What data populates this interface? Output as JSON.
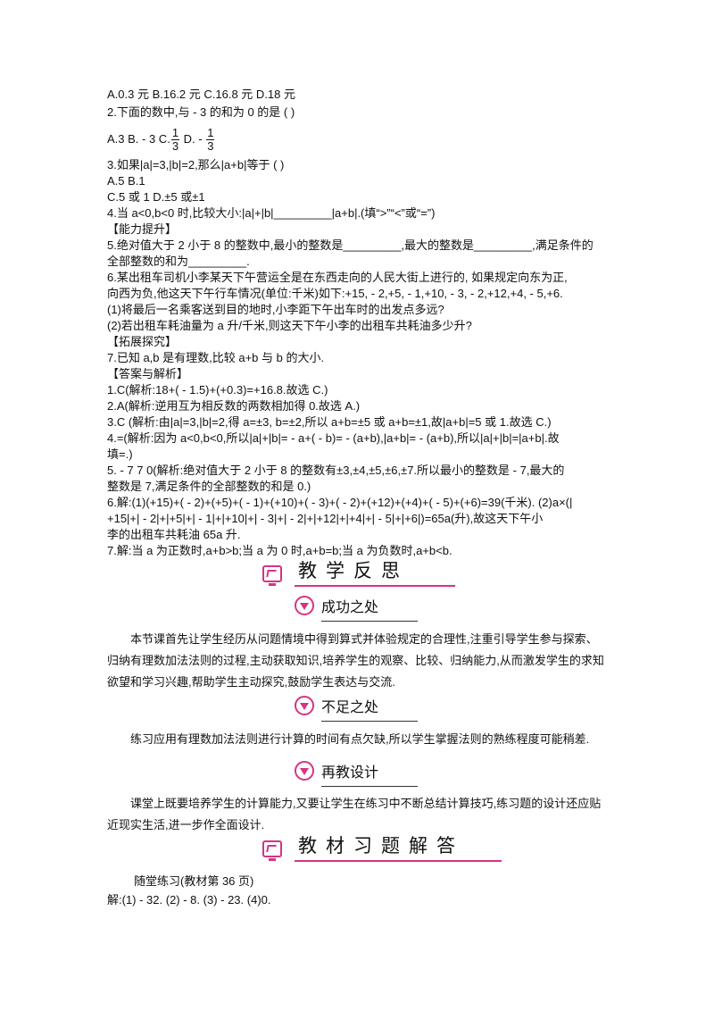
{
  "lines": {
    "l1": "A.0.3 元        B.16.2 元 C.16.8 元 D.18 元",
    "l2": "2.下面的数中,与  - 3 的和为 0 的是    (        )",
    "l3a": "A.3   B. - 3        C.",
    "l3b": " D. - ",
    "frac_num": "1",
    "frac_den": "3",
    "l4": "3.如果|a|=3,|b|=2,那么|a+b|等于        (        )",
    "l5": "A.5                              B.1",
    "l6": "C.5 或 1              D.±5 或±1",
    "l7": "4.当 a<0,b<0 时,比较大小:|a|+|b|_________|a+b|.(填“>”“<”或“=”)",
    "l8": "【能力提升】",
    "l9": "5.绝对值大于 2 小于 8 的整数中,最小的整数是_________,最大的整数是_________,满足条件的",
    "l10": "全部整数的和为_________.",
    "l11": "6.某出租车司机小李某天下午营运全是在东西走向的人民大街上进行的, 如果规定向东为正,",
    "l12": "向西为负,他这天下午行车情况(单位:千米)如下:+15,  - 2,+5,  - 1,+10,  - 3,  - 2,+12,+4,  - 5,+6.",
    "l13": "(1)将最后一名乘客送到目的地时,小李距下午出车时的出发点多远?",
    "l14": "(2)若出租车耗油量为 a 升/千米,则这天下午小李的出租车共耗油多少升?",
    "l15": "【拓展探究】",
    "l16": "7.已知 a,b 是有理数,比较 a+b 与 b 的大小.",
    "l17": "【答案与解析】",
    "l18": "1.C(解析:18+( - 1.5)+(+0.3)=+16.8.故选 C.)",
    "l19": "2.A(解析:逆用互为相反数的两数相加得 0.故选 A.)",
    "l20": "3.C (解析:由|a|=3,|b|=2,得 a=±3,  b=±2,所以 a+b=±5 或 a+b=±1,故|a+b|=5 或 1.故选 C.)",
    "l21": "4.=(解析:因为 a<0,b<0,所以|a|+|b|= - a+( - b)= - (a+b),|a+b|= - (a+b),所以|a|+|b|=|a+b|.故",
    "l22": "填=.)",
    "l23": "5.  - 7    7    0(解析:绝对值大于 2 小于 8 的整数有±3,±4,±5,±6,±7.所以最小的整数是  - 7,最大的",
    "l24": "整数是 7,满足条件的全部整数的和是 0.)",
    "l25": "6.解:(1)(+15)+( - 2)+(+5)+( - 1)+(+10)+( - 3)+( - 2)+(+12)+(+4)+( - 5)+(+6)=39(千米).    (2)a×(|",
    "l26": "+15|+| - 2|+|+5|+| - 1|+|+10|+| - 3|+| - 2|+|+12|+|+4|+| - 5|+|+6|)=65a(升),故这天下午小",
    "l27": "李的出租车共耗油 65a 升.",
    "l28": "7.解:当 a 为正数时,a+b>b;当 a 为 0 时,a+b=b;当 a 为负数时,a+b<b."
  },
  "sections": {
    "reflect_title": "教学反思",
    "success_title": "成功之处",
    "success_text": "本节课首先让学生经历从问题情境中得到算式并体验规定的合理性,注重引导学生参与探索、归纳有理数加法法则的过程,主动获取知识,培养学生的观察、比较、归纳能力,从而激发学生的求知欲望和学习兴趣,帮助学生主动探究,鼓励学生表达与交流.",
    "shortage_title": "不足之处",
    "shortage_text": "练习应用有理数加法法则进行计算的时间有点欠缺,所以学生掌握法则的熟练程度可能稍差.",
    "redesign_title": "再教设计",
    "redesign_text": "课堂上既要培养学生的计算能力,又要让学生在练习中不断总结计算技巧,练习题的设计还应贴近现实生活,进一步作全面设计.",
    "textbook_title": "教材习题解答",
    "practice_heading": "随堂练习(教材第 36 页)",
    "practice_answer": "解:(1)  - 32.    (2)  - 8.    (3)  - 23.    (4)0."
  },
  "colors": {
    "accent": "#d63384"
  }
}
